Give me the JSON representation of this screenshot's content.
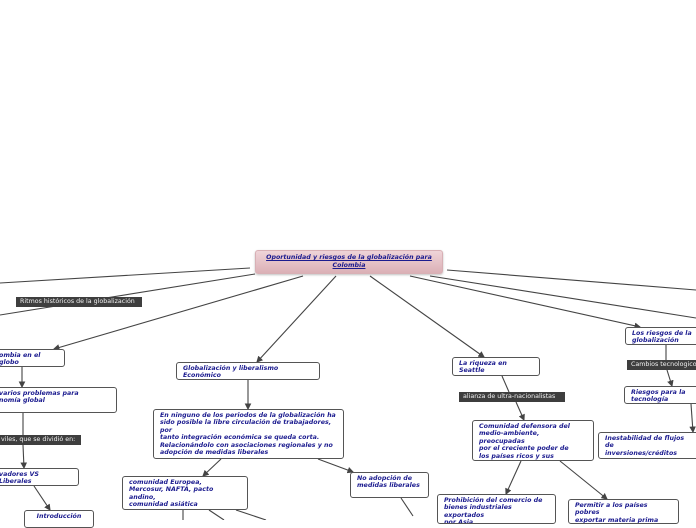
{
  "map": {
    "center": "Oportunidad y riesgos de la globalización para Colombia",
    "labels": {
      "ritmos": "Ritmos históricos de la globalización",
      "niveles": "viles, que se dividió en:",
      "alianza": "alianza de ultra-nacionalistas",
      "cambios": "Cambios tecnologicos"
    },
    "nodes": {
      "colombia_mundo": "ombia en el globo",
      "problemas": "varios problemas para\nnomía global",
      "conservadores": "vadores VS Liberales",
      "introduccion": "Introducción",
      "glob_liberalismo": "Globalización y liberalismo Económico",
      "ningun_periodo": "En ninguno de los periodos de la globalización ha\nsido posible la libre circulación de trabajadores, por\ntanto integración económica se queda corta.\nRelacionándolo con asociaciones regionales y no\nadopción de medidas liberales",
      "comunidad": "comunidad Europea,\nMercosur, NAFTA, pacto andino,\ncomunidad asiática",
      "no_adopcion": "No adopción de\nmedidas liberales",
      "riqueza": "La riqueza en Seattle",
      "comunidad_defensora": "Comunidad defensora del\nmedio-ambiente, preocupadas\npor el creciente poder de\nlos países ricos y sus empresas",
      "prohibicion": "Prohibición del comercio de\nbienes industriales exportados\npor Asia",
      "permitir": "Permitir a los países pobres\nexportar materia prima",
      "riesgos": "Los riesgos de la globalización",
      "riesgos_tec": "Riesgos para la tecnología",
      "inestabilidad": "Inestabilidad de flujos de\ninversiones/créditos"
    }
  }
}
